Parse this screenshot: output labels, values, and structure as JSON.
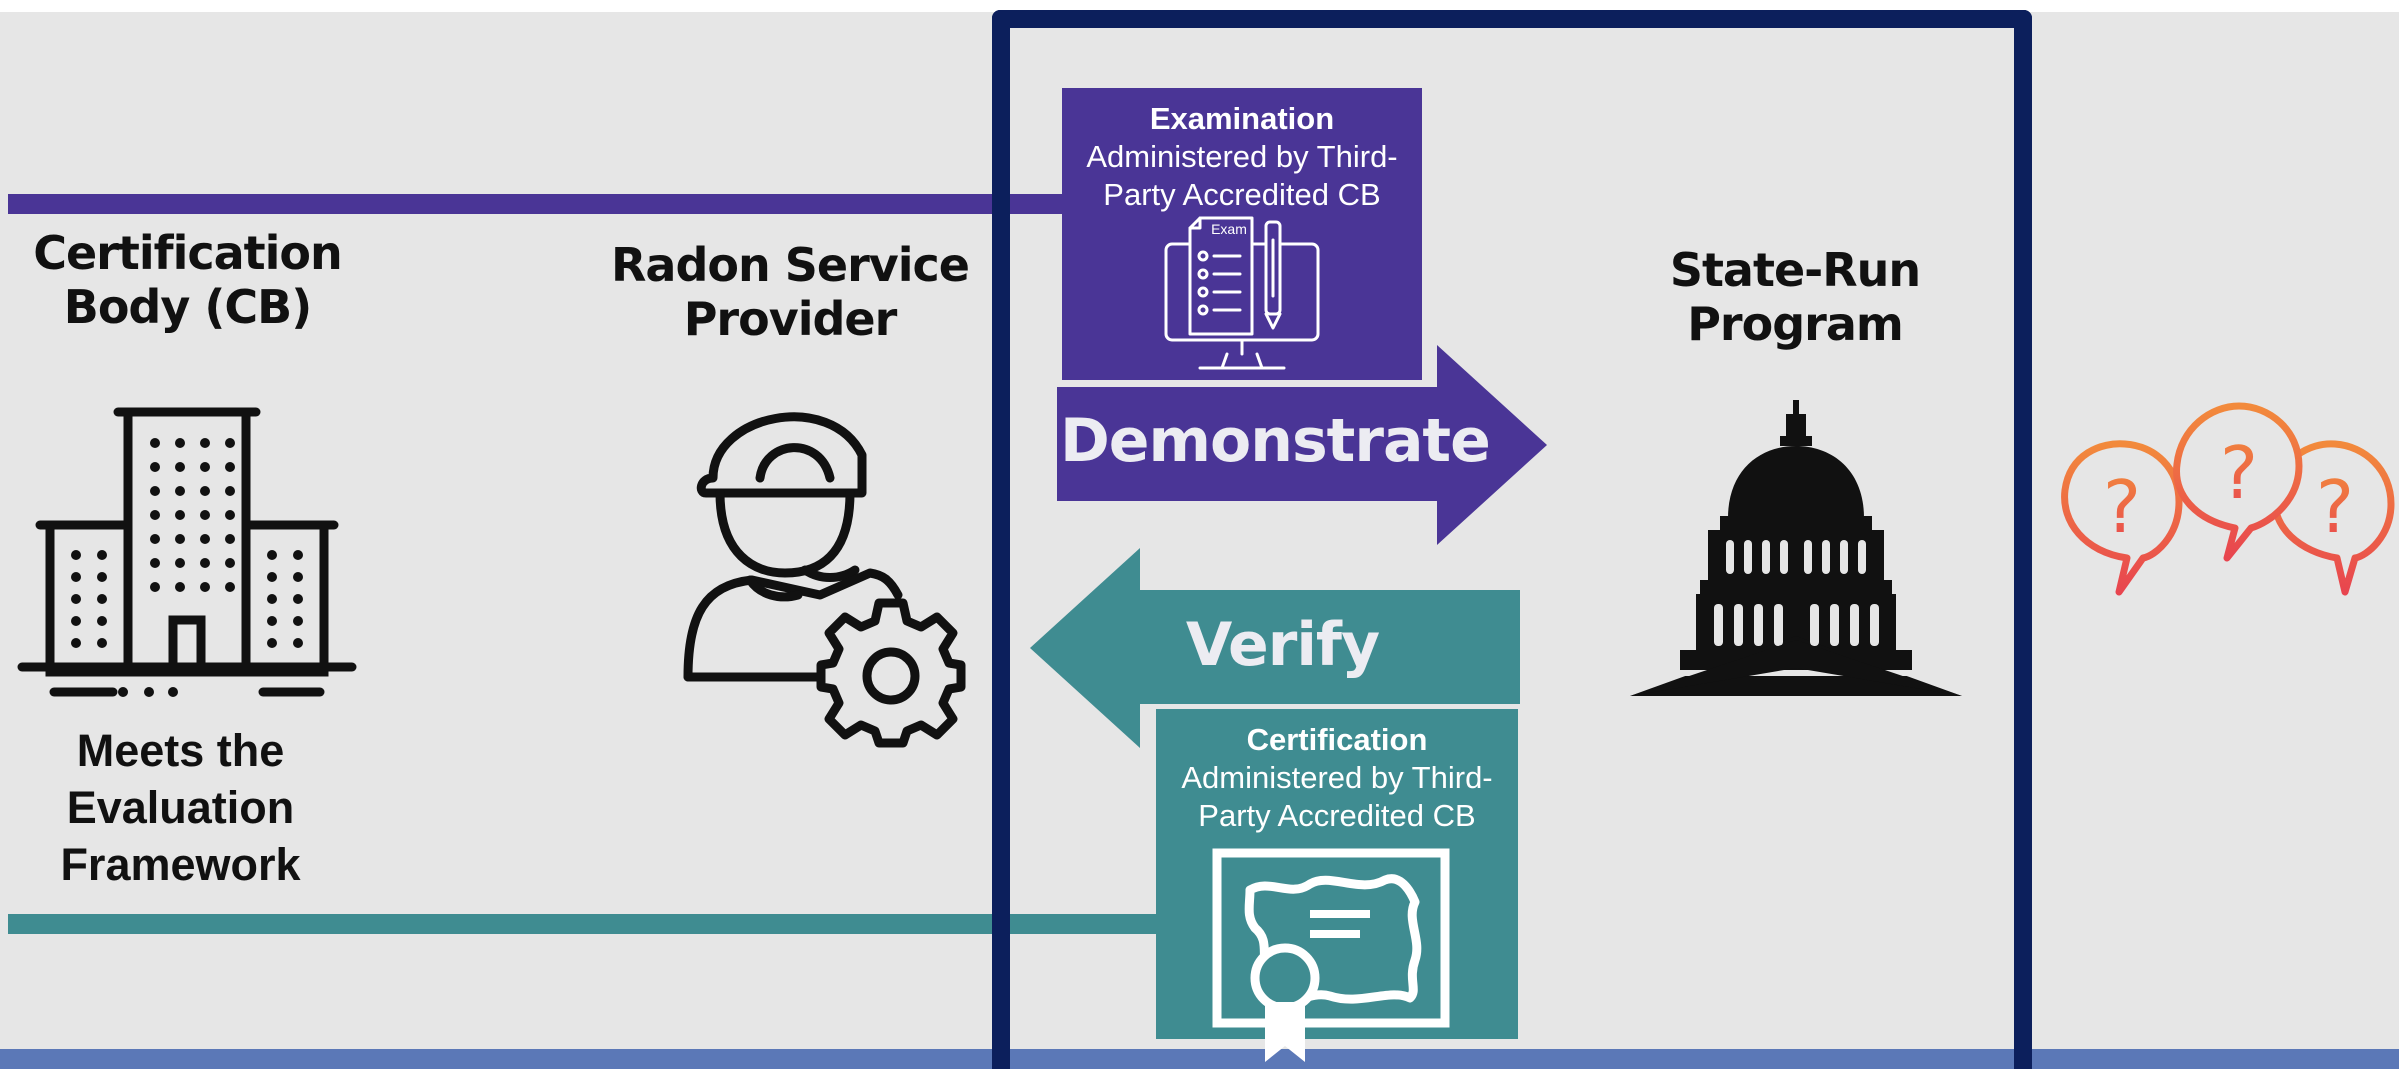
{
  "left_column": {
    "title": "Certification Body (CB)",
    "subtitle": "Meets the Evaluation Framework",
    "icon": "office-building-icon"
  },
  "middle_column": {
    "title": "Radon Service Provider",
    "icon": "worker-with-gear-icon"
  },
  "right_column": {
    "title": "State-Run Program",
    "icon": "capitol-building-icon"
  },
  "examination_box": {
    "title": "Examination",
    "body": "Administered by Third-Party Accredited CB",
    "icon_label": "Exam",
    "icon": "exam-on-monitor-icon"
  },
  "certification_box": {
    "title": "Certification",
    "body": "Administered by Third-Party Accredited CB",
    "icon": "certificate-ribbon-icon"
  },
  "arrows": {
    "demonstrate": "Demonstrate",
    "verify": "Verify"
  },
  "question_icons": "question-bubbles-icon",
  "colors": {
    "purple": "#4a3596",
    "teal": "#3f8c91",
    "navy_frame": "#0c1f5c",
    "bottom_bar": "#5b78b7",
    "question_orange": "#f28a3c",
    "question_red": "#e8454f"
  }
}
